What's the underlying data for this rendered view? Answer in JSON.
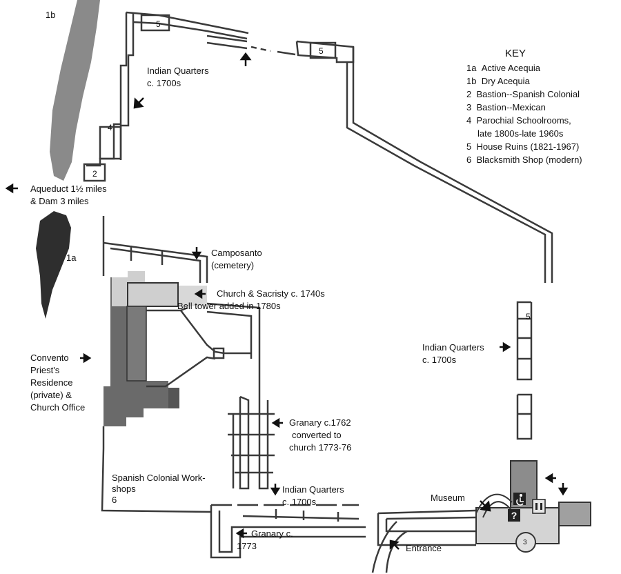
{
  "key": {
    "title": "KEY",
    "items": [
      {
        "code": "1a",
        "text": "Active Acequia"
      },
      {
        "code": "1b",
        "text": "Dry Acequia"
      },
      {
        "code": "2",
        "text": "Bastion--Spanish Colonial"
      },
      {
        "code": "3",
        "text": "Bastion--Mexican"
      },
      {
        "code": "4",
        "text": "Parochial Schoolrooms,",
        "continued": "late 1800s-late 1960s"
      },
      {
        "code": "5",
        "text": "House Ruins (1821-1967)"
      },
      {
        "code": "6",
        "text": "Blacksmith Shop (modern)"
      }
    ]
  },
  "labels": {
    "acequia_1b": "1b",
    "acequia_1a": "1a",
    "aqueduct_line1": "Aqueduct  1½ miles",
    "aqueduct_line2": "& Dam  3 miles",
    "indian_quarters_nw_1": "Indian Quarters",
    "indian_quarters_nw_2": "c. 1700s",
    "camposanto_1": "Camposanto",
    "camposanto_2": "(cemetery)",
    "church_1": "Church & Sacristy c. 1740s",
    "church_2": "Bell tower added in 1780s",
    "convento_1": "Convento",
    "convento_2": "Priest's",
    "convento_3": "Residence",
    "convento_4": "(private) &",
    "convento_5": "Church Office",
    "indian_quarters_e_1": "Indian Quarters",
    "indian_quarters_e_2": "c. 1700s",
    "granary_1762_1": "Granary c.1762",
    "granary_1762_2": "converted to",
    "granary_1762_3": "church 1773-76",
    "workshops_1": "Spanish Colonial Work-",
    "workshops_2": "shops",
    "workshops_3": "6",
    "indian_quarters_s_1": "Indian Quarters",
    "indian_quarters_s_2": "c. 1700s",
    "granary_1773_1": "Granary c.",
    "granary_1773_2": "1773",
    "museum": "Museum",
    "entrance": "Entrance"
  },
  "room_numbers": {
    "house_ruin_nw": "5",
    "house_ruin_n": "5",
    "house_ruin_e": "5",
    "schoolrooms": "4",
    "bastion_spanish": "2",
    "bastion_mexican": "3"
  },
  "icons": {
    "accessible": "wheelchair-icon",
    "info": "question-icon",
    "restrooms": "restroom-icon"
  },
  "colors": {
    "wall": "#3a3a3a",
    "convento": "#6a6a6a",
    "church": "#cfcfcf",
    "acequia_dry": "#8a8a8a",
    "acequia_active": "#2e2e2e",
    "museum_dark": "#8c8c8c",
    "museum_light": "#d4d4d4"
  }
}
